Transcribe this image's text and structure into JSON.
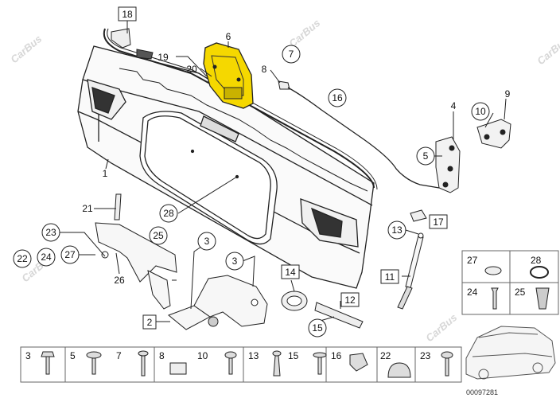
{
  "watermark": "CarBus",
  "accent_color": "#f5d800",
  "highlighted_callout": "6",
  "diagram_id": "00097281",
  "callouts": {
    "c1": "1",
    "c2": "2",
    "c3a": "3",
    "c3b": "3",
    "c4": "4",
    "c5": "5",
    "c6": "6",
    "c7": "7",
    "c8": "8",
    "c9": "9",
    "c10": "10",
    "c11": "11",
    "c12": "12",
    "c13": "13",
    "c14": "14",
    "c15": "15",
    "c16": "16",
    "c17": "17",
    "c18": "18",
    "c19": "19",
    "c20": "20",
    "c21": "21",
    "c22": "22",
    "c23": "23",
    "c24": "24",
    "c25": "25",
    "c26": "26",
    "c27": "27",
    "c28": "28"
  },
  "side_grid": [
    "27",
    "28",
    "24",
    "25"
  ],
  "bottom_strip": [
    "3",
    "5",
    "7",
    "8",
    "10",
    "13",
    "15",
    "16",
    "22",
    "23"
  ]
}
